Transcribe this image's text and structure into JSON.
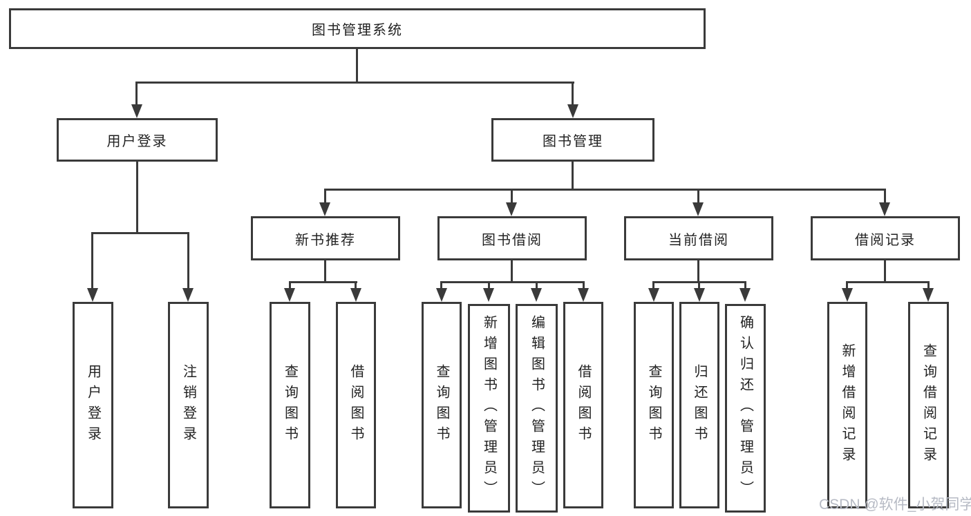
{
  "colors": {
    "line": "#3a3a3a",
    "text": "#222222",
    "background": "#ffffff",
    "watermark": "#b6bac4"
  },
  "watermark": {
    "text": "CSDN @软件_小贺同学"
  },
  "tree": {
    "root": {
      "label": "图书管理系统"
    },
    "children": [
      {
        "label": "用户登录",
        "children": [
          {
            "label": "用户登录"
          },
          {
            "label": "注销登录"
          }
        ]
      },
      {
        "label": "图书管理",
        "children": [
          {
            "label": "新书推荐",
            "children": [
              {
                "label": "查询图书"
              },
              {
                "label": "借阅图书"
              }
            ]
          },
          {
            "label": "图书借阅",
            "children": [
              {
                "label": "查询图书"
              },
              {
                "label": "新增图书（管理员）"
              },
              {
                "label": "编辑图书（管理员）"
              },
              {
                "label": "借阅图书"
              }
            ]
          },
          {
            "label": "当前借阅",
            "children": [
              {
                "label": "查询图书"
              },
              {
                "label": "归还图书"
              },
              {
                "label": "确认归还（管理员）"
              }
            ]
          },
          {
            "label": "借阅记录",
            "children": [
              {
                "label": "新增借阅记录"
              },
              {
                "label": "查询借阅记录"
              }
            ]
          }
        ]
      }
    ]
  }
}
